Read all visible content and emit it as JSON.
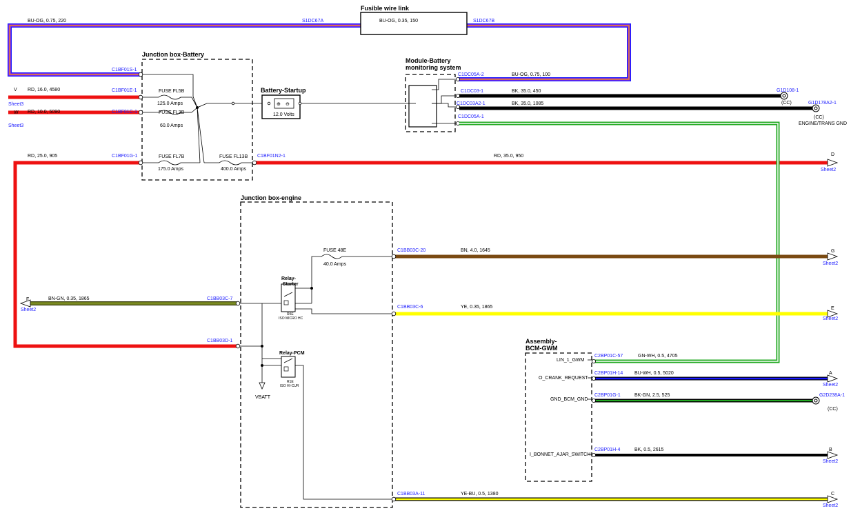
{
  "colors": {
    "red": "#ee1111",
    "black": "#000000",
    "brown": "#7a4a12",
    "yellow": "#ffff00",
    "olive": "#6b7a1a",
    "green": "#22aa22",
    "blue": "#1a1aff",
    "purple": "#8a2be2",
    "orange": "#ff9900"
  },
  "components": {
    "fusible_link": "Fusible wire link",
    "jb_battery": "Junction box-Battery",
    "battery_startup": "Battery-Startup",
    "battery_volts": "12.0 Volts",
    "bms_line1": "Module-Battery",
    "bms_line2": "monitoring system",
    "jb_engine": "Junction box-engine",
    "bcm_line1": "Assembly-",
    "bcm_line2": "BCM-GWM",
    "relay_starter_1": "Relay-",
    "relay_starter_2": "Starter",
    "relay_starter_sub1": "R5E",
    "relay_starter_sub2": "ISO MICRO HC",
    "relay_pcm": "Relay-PCM",
    "relay_pcm_sub1": "R1E",
    "relay_pcm_sub2": "ISO HI-CUR",
    "vbatt": "VBATT",
    "engine_trans_gnd": "ENGINE/TRANS GND"
  },
  "fuses": {
    "fl5b": "FUSE FL5B",
    "fl5b_amps": "125.0 Amps",
    "fl3b": "FUSE FL3B",
    "fl3b_amps": "60.0 Amps",
    "fl7b": "FUSE FL7B",
    "fl7b_amps": "175.0 Amps",
    "fl13b": "FUSE FL13B",
    "fl13b_amps": "400.0 Amps",
    "f48e": "FUSE 48E",
    "f48e_amps": "40.0 Amps"
  },
  "connectors": {
    "s1dc67a": "S1DC67A",
    "s1dc67b": "S1DC67B",
    "c1bf01s1": "C1BF01S-1",
    "c1bf01e1": "C1BF01E-1",
    "c1bf01c1": "C1BF01C-1",
    "c1bf01g1": "C1BF01G-1",
    "c1bf01n21": "C1BF01N2-1",
    "c1dc05a2": "C1DC05A-2",
    "c1dc031": "C1DC03-1",
    "c1dc03a21": "C1DC03A2-1",
    "c1dc05a1": "C1DC05A-1",
    "g1d1081": "G1D108-1",
    "g1d178a21": "G1D178A2-1",
    "c1bb03c20": "C1BB03C-20",
    "c1bb03c7": "C1BB03C-7",
    "c1bb03c6": "C1BB03C-6",
    "c1bb03d1": "C1BB03D-1",
    "c1bb03a11": "C1BB03A-11",
    "c2bp01c57": "C2BP01C-57",
    "c2bp01h14": "C2BP01H-14",
    "c2bp01g1": "C2BP01G-1",
    "c2bp01h4": "C2BP01H-4",
    "g2d238a1": "G2D238A-1",
    "cc": "(CC)"
  },
  "wires": {
    "top": "BU-OG, 0.75, 220",
    "fusible": "BU-OG, 0.35, 150",
    "v": "RD, 16.0, 4580",
    "w": "RD, 10.0, 5090",
    "rd25": "RD, 25.0, 905",
    "rd35": "RD, 35.0, 950",
    "bms_top": "BU-OG, 0.75, 100",
    "bk450": "BK, 35.0, 450",
    "bk1085": "BK, 35.0, 1085",
    "bn": "BN, 4.0, 1645",
    "bngn": "BN-GN, 0.35, 1865",
    "ye": "YE, 0.35, 1865",
    "gnwh": "GN-WH, 0.5, 4705",
    "buwh": "BU-WH, 0.5, 5020",
    "bkgn": "BK-GN, 2.5, 525",
    "bk2615": "BK, 0.5, 2615",
    "yebu": "YE-BU, 0.5, 1380"
  },
  "pins": {
    "lin": "LIN_1_GWM",
    "crank": "O_CRANK_REQUEST",
    "gnd": "GND_BCM_GND",
    "bonnet": "I_BONNET_AJAR_SWITCH"
  },
  "offpage": {
    "v": "V",
    "w": "W",
    "d": "D",
    "g": "G",
    "e": "E",
    "f": "F",
    "a": "A",
    "b": "B",
    "c": "C",
    "sheet2": "Sheet2",
    "sheet3": "Sheet3"
  }
}
